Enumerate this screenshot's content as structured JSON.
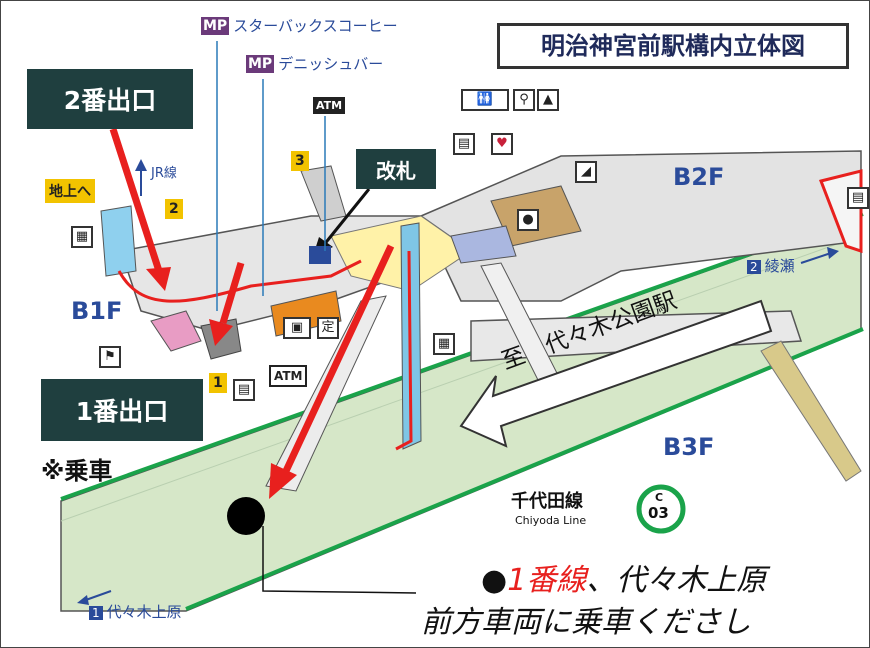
{
  "title": "明治神宮前駅構内立体図",
  "exits": {
    "exit2": "2番出口",
    "exit1": "1番出口"
  },
  "ticket_gate": "改札",
  "shops": [
    {
      "badge": "MP",
      "name": "スターバックスコーヒー"
    },
    {
      "badge": "MP",
      "name": "デニッシュバー"
    }
  ],
  "labels": {
    "atm_top": "ATM",
    "atm_bottom": "ATM",
    "jr_line": "JR線",
    "to_ground": "地上へ",
    "exit_num_2": "2",
    "exit_num_3": "3",
    "exit_num_1": "1",
    "b1f": "B1F",
    "b2f": "B2F",
    "b3f": "B3F",
    "to_yoyogi_koen": "至　代々木公園駅",
    "ayase": "綾瀬",
    "ayase_num": "2",
    "yoyogi_uehara": "代々木上原",
    "yoyogi_uehara_num": "1",
    "boarding_note": "※乗車",
    "chiyoda_jp": "千代田線",
    "chiyoda_en": "Chiyoda Line",
    "line_code_letter": "C",
    "line_code_num": "03"
  },
  "instruction": {
    "bullet": "●",
    "track": "1番線",
    "line1_rest": "、代々木上原",
    "line2": "前方車両に乗車くださし"
  },
  "colors": {
    "accent_red": "#e8201e",
    "dark_box": "#1f3f3f",
    "line_green": "#1aa34a",
    "floor_blue": "#2a4b9a",
    "concourse_yellow": "#fff2a8",
    "orange_room": "#e98a1f",
    "pink_room": "#e89cc4",
    "platform_blue": "#7fc6e6"
  },
  "icons": [
    "toilet-icon",
    "elevator-icon",
    "coin-locker-icon",
    "aed-icon",
    "escalator-icon",
    "station-office-icon",
    "ticket-machine-icon",
    "commuter-pass-icon",
    "meeting-point-icon"
  ]
}
